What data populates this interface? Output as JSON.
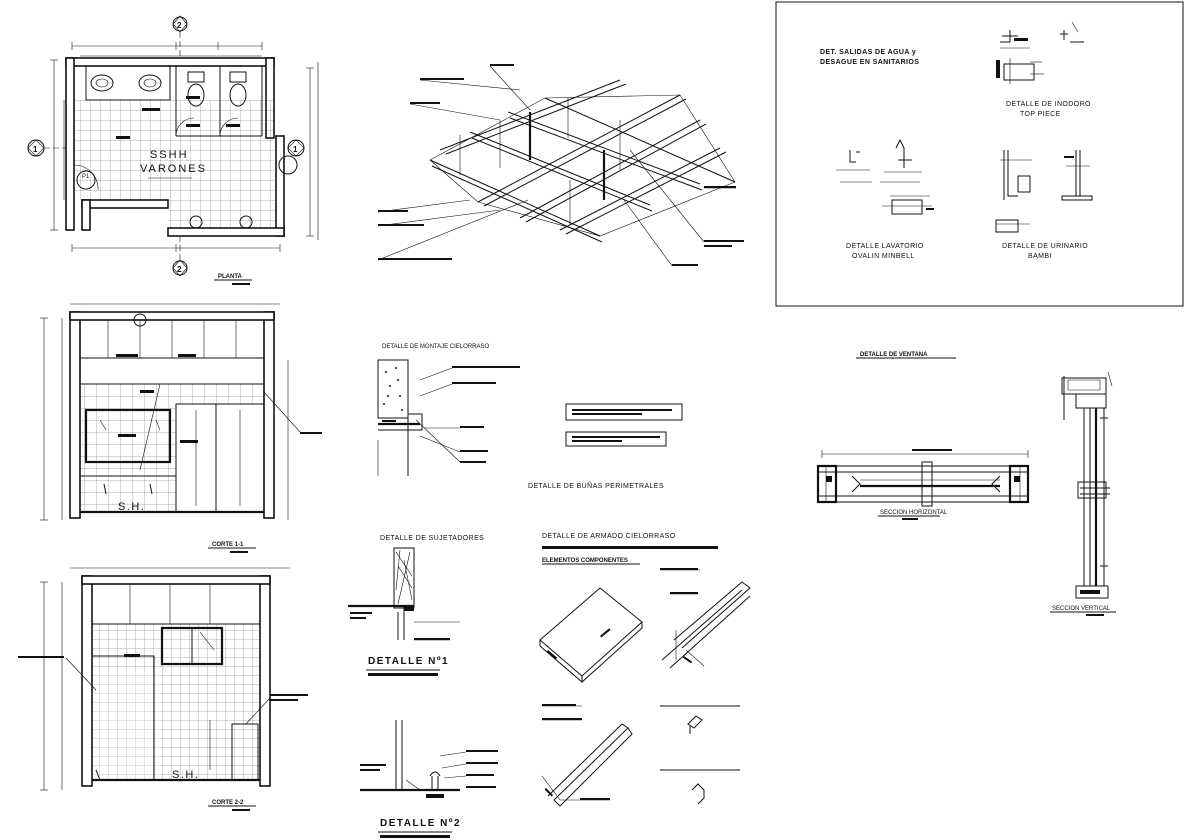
{
  "labels": {
    "sshh": "SSHH",
    "varones": "VARONES",
    "planta": "PLANTA",
    "corte11": "CORTE 1-1",
    "corte22": "CORTE 2-2",
    "sh_a": "S.H.",
    "sh_b": "S.H.",
    "salidas_1": "DET. SALIDAS DE AGUA y",
    "salidas_2": "DESAGUE EN SANITARIOS",
    "inodoro_1": "DETALLE DE INODORO",
    "inodoro_2": "TOP PIECE",
    "lavatorio_1": "DETALLE LAVATORIO",
    "lavatorio_2": "OVALIN MINBELL",
    "urinario_1": "DETALLE DE URINARIO",
    "urinario_2": "BAMBI",
    "montaje": "DETALLE DE MONTAJE CIELORRASO",
    "bunas": "DETALLE DE BUÑAS PERIMETRALES",
    "sujetadores": "DETALLE DE SUJETADORES",
    "armado": "DETALLE DE ARMADO CIELORRASO",
    "elementos": "ELEMENTOS COMPONENTES",
    "detalle1": "DETALLE  Nº1",
    "detalle2": "DETALLE  Nº2",
    "ventana": "DETALLE DE VENTANA",
    "seccion_h": "SECCION HORIZONTAL",
    "seccion_v": "SECCION VERTICAL"
  },
  "markers": {
    "axis_1_left": "1",
    "axis_1_right": "1",
    "axis_2_top": "2",
    "axis_2_bottom": "2"
  }
}
